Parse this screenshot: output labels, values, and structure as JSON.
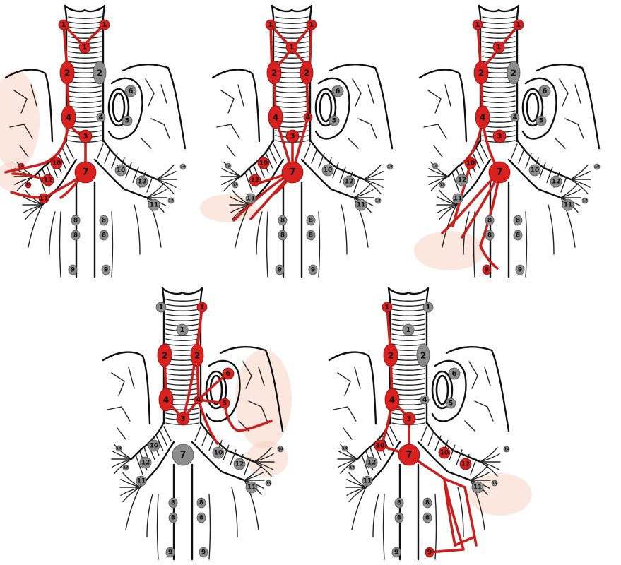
{
  "colors": {
    "involved": "#d8201f",
    "uninvolved": "#8c8c8c",
    "spread_line": "#c8201c",
    "outline": "#111111",
    "haze": "#f6c9b6"
  },
  "panels": [
    {
      "id": "panel-1",
      "nodes": [
        {
          "key": "1R",
          "label": "1",
          "involved": true
        },
        {
          "key": "1L",
          "label": "1",
          "involved": true
        },
        {
          "key": "1M",
          "label": "1",
          "involved": true
        },
        {
          "key": "2R",
          "label": "2",
          "involved": true
        },
        {
          "key": "2L",
          "label": "2",
          "involved": false
        },
        {
          "key": "4R",
          "label": "4",
          "involved": true
        },
        {
          "key": "4L",
          "label": "4",
          "involved": false
        },
        {
          "key": "3",
          "label": "3",
          "involved": true
        },
        {
          "key": "5",
          "label": "5",
          "involved": false
        },
        {
          "key": "6",
          "label": "6",
          "involved": false
        },
        {
          "key": "7",
          "label": "7",
          "involved": true
        },
        {
          "key": "10R",
          "label": "10",
          "involved": true
        },
        {
          "key": "10L",
          "label": "10",
          "involved": false
        },
        {
          "key": "12R",
          "label": "12",
          "involved": true
        },
        {
          "key": "12L",
          "label": "12",
          "involved": false
        },
        {
          "key": "11R",
          "label": "11",
          "involved": true
        },
        {
          "key": "11L",
          "label": "11",
          "involved": false
        },
        {
          "key": "13R",
          "label": "13",
          "involved": true
        },
        {
          "key": "13L",
          "label": "13",
          "involved": false
        },
        {
          "key": "14R",
          "label": "14",
          "involved": true
        },
        {
          "key": "14L",
          "label": "14",
          "involved": false
        },
        {
          "key": "8Ra",
          "label": "8",
          "involved": false
        },
        {
          "key": "8Rb",
          "label": "8",
          "involved": false
        },
        {
          "key": "8La",
          "label": "8",
          "involved": false
        },
        {
          "key": "8Lb",
          "label": "8",
          "involved": false
        },
        {
          "key": "9R",
          "label": "9",
          "involved": false
        },
        {
          "key": "9L",
          "label": "9",
          "involved": false
        }
      ]
    },
    {
      "id": "panel-2",
      "nodes": [
        {
          "key": "1R",
          "label": "1",
          "involved": true
        },
        {
          "key": "1L",
          "label": "1",
          "involved": true
        },
        {
          "key": "1M",
          "label": "1",
          "involved": true
        },
        {
          "key": "2R",
          "label": "2",
          "involved": true
        },
        {
          "key": "2L",
          "label": "2",
          "involved": true
        },
        {
          "key": "4R",
          "label": "4",
          "involved": true
        },
        {
          "key": "4L",
          "label": "4",
          "involved": true
        },
        {
          "key": "3",
          "label": "3",
          "involved": true
        },
        {
          "key": "5",
          "label": "5",
          "involved": false
        },
        {
          "key": "6",
          "label": "6",
          "involved": false
        },
        {
          "key": "7",
          "label": "7",
          "involved": true
        },
        {
          "key": "10R",
          "label": "10",
          "involved": true
        },
        {
          "key": "10L",
          "label": "10",
          "involved": false
        },
        {
          "key": "12R",
          "label": "12",
          "involved": true
        },
        {
          "key": "12L",
          "label": "12",
          "involved": false
        },
        {
          "key": "11R",
          "label": "11",
          "involved": false
        },
        {
          "key": "11L",
          "label": "11",
          "involved": false
        },
        {
          "key": "13R",
          "label": "13",
          "involved": false
        },
        {
          "key": "13L",
          "label": "13",
          "involved": false
        },
        {
          "key": "14R",
          "label": "14",
          "involved": false
        },
        {
          "key": "14L",
          "label": "14",
          "involved": false
        },
        {
          "key": "8Ra",
          "label": "8",
          "involved": false
        },
        {
          "key": "8Rb",
          "label": "8",
          "involved": false
        },
        {
          "key": "8La",
          "label": "8",
          "involved": false
        },
        {
          "key": "8Lb",
          "label": "8",
          "involved": false
        },
        {
          "key": "9R",
          "label": "9",
          "involved": false
        },
        {
          "key": "9L",
          "label": "9",
          "involved": false
        }
      ]
    },
    {
      "id": "panel-3",
      "nodes": [
        {
          "key": "1R",
          "label": "1",
          "involved": true
        },
        {
          "key": "1L",
          "label": "1",
          "involved": true
        },
        {
          "key": "1M",
          "label": "1",
          "involved": true
        },
        {
          "key": "2R",
          "label": "2",
          "involved": true
        },
        {
          "key": "2L",
          "label": "2",
          "involved": false
        },
        {
          "key": "4R",
          "label": "4",
          "involved": true
        },
        {
          "key": "4L",
          "label": "4",
          "involved": false
        },
        {
          "key": "3",
          "label": "3",
          "involved": true
        },
        {
          "key": "5",
          "label": "5",
          "involved": false
        },
        {
          "key": "6",
          "label": "6",
          "involved": false
        },
        {
          "key": "7",
          "label": "7",
          "involved": true
        },
        {
          "key": "10R",
          "label": "10",
          "involved": true
        },
        {
          "key": "10L",
          "label": "10",
          "involved": false
        },
        {
          "key": "12R",
          "label": "12",
          "involved": false
        },
        {
          "key": "12L",
          "label": "12",
          "involved": false
        },
        {
          "key": "11R",
          "label": "11",
          "involved": false
        },
        {
          "key": "11L",
          "label": "11",
          "involved": false
        },
        {
          "key": "13R",
          "label": "13",
          "involved": false
        },
        {
          "key": "13L",
          "label": "13",
          "involved": false
        },
        {
          "key": "14R",
          "label": "14",
          "involved": false
        },
        {
          "key": "14L",
          "label": "14",
          "involved": false
        },
        {
          "key": "8Ra",
          "label": "8",
          "involved": false
        },
        {
          "key": "8Rb",
          "label": "8",
          "involved": false
        },
        {
          "key": "8La",
          "label": "8",
          "involved": false
        },
        {
          "key": "8Lb",
          "label": "8",
          "involved": false
        },
        {
          "key": "9R",
          "label": "9",
          "involved": true
        },
        {
          "key": "9L",
          "label": "9",
          "involved": false
        }
      ]
    },
    {
      "id": "panel-4",
      "nodes": [
        {
          "key": "1R",
          "label": "1",
          "involved": false
        },
        {
          "key": "1L",
          "label": "1",
          "involved": true
        },
        {
          "key": "1M",
          "label": "1",
          "involved": false
        },
        {
          "key": "2R",
          "label": "2",
          "involved": true
        },
        {
          "key": "2L",
          "label": "2",
          "involved": true
        },
        {
          "key": "4R",
          "label": "4",
          "involved": true
        },
        {
          "key": "4L",
          "label": "4",
          "involved": true
        },
        {
          "key": "3",
          "label": "3",
          "involved": true
        },
        {
          "key": "5",
          "label": "5",
          "involved": true
        },
        {
          "key": "6",
          "label": "6",
          "involved": true
        },
        {
          "key": "7",
          "label": "7",
          "involved": false
        },
        {
          "key": "10R",
          "label": "10",
          "involved": false
        },
        {
          "key": "10L",
          "label": "10",
          "involved": false
        },
        {
          "key": "12R",
          "label": "12",
          "involved": false
        },
        {
          "key": "12L",
          "label": "12",
          "involved": false
        },
        {
          "key": "11R",
          "label": "11",
          "involved": false
        },
        {
          "key": "11L",
          "label": "11",
          "involved": false
        },
        {
          "key": "13R",
          "label": "13",
          "involved": false
        },
        {
          "key": "13L",
          "label": "13",
          "involved": false
        },
        {
          "key": "14R",
          "label": "14",
          "involved": false
        },
        {
          "key": "14L",
          "label": "14",
          "involved": false
        },
        {
          "key": "8Ra",
          "label": "8",
          "involved": false
        },
        {
          "key": "8Rb",
          "label": "8",
          "involved": false
        },
        {
          "key": "8La",
          "label": "8",
          "involved": false
        },
        {
          "key": "8Lb",
          "label": "8",
          "involved": false
        },
        {
          "key": "9R",
          "label": "9",
          "involved": false
        },
        {
          "key": "9L",
          "label": "9",
          "involved": false
        }
      ]
    },
    {
      "id": "panel-5",
      "nodes": [
        {
          "key": "1R",
          "label": "1",
          "involved": true
        },
        {
          "key": "1L",
          "label": "1",
          "involved": false
        },
        {
          "key": "1M",
          "label": "1",
          "involved": false
        },
        {
          "key": "2R",
          "label": "2",
          "involved": true
        },
        {
          "key": "2L",
          "label": "2",
          "involved": false
        },
        {
          "key": "4R",
          "label": "4",
          "involved": true
        },
        {
          "key": "4L",
          "label": "4",
          "involved": false
        },
        {
          "key": "3",
          "label": "3",
          "involved": true
        },
        {
          "key": "5",
          "label": "5",
          "involved": false
        },
        {
          "key": "6",
          "label": "6",
          "involved": false
        },
        {
          "key": "7",
          "label": "7",
          "involved": true
        },
        {
          "key": "10R",
          "label": "10",
          "involved": true
        },
        {
          "key": "10L",
          "label": "10",
          "involved": true
        },
        {
          "key": "12R",
          "label": "12",
          "involved": false
        },
        {
          "key": "12L",
          "label": "12",
          "involved": true
        },
        {
          "key": "11R",
          "label": "11",
          "involved": false
        },
        {
          "key": "11L",
          "label": "11",
          "involved": false
        },
        {
          "key": "13R",
          "label": "13",
          "involved": false
        },
        {
          "key": "13L",
          "label": "13",
          "involved": false
        },
        {
          "key": "14R",
          "label": "14",
          "involved": false
        },
        {
          "key": "14L",
          "label": "14",
          "involved": false
        },
        {
          "key": "8Ra",
          "label": "8",
          "involved": false
        },
        {
          "key": "8Rb",
          "label": "8",
          "involved": false
        },
        {
          "key": "8La",
          "label": "8",
          "involved": false
        },
        {
          "key": "8Lb",
          "label": "8",
          "involved": false
        },
        {
          "key": "9R",
          "label": "9",
          "involved": false
        },
        {
          "key": "9L",
          "label": "9",
          "involved": true
        }
      ]
    }
  ]
}
